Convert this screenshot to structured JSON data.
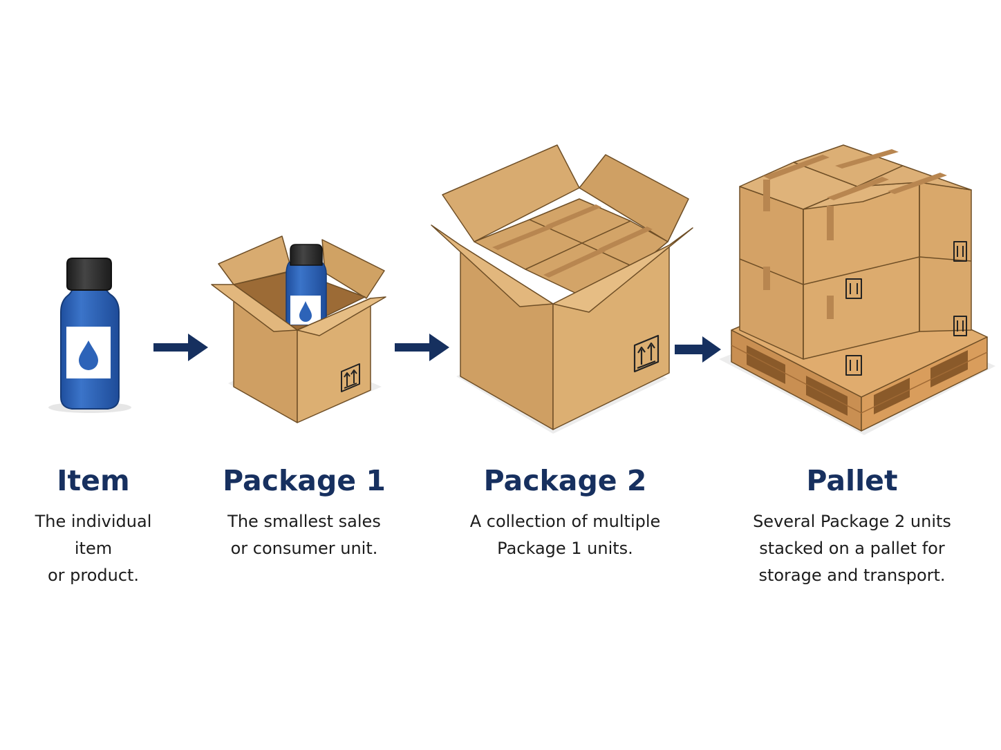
{
  "colors": {
    "title": "#17305f",
    "arrow": "#16305f",
    "bottle": "#2d63b8",
    "cap": "#2b2b2b",
    "cardboard": "#d5a86c",
    "cardboard_dark": "#b88650",
    "pallet_wood": "#d9a566"
  },
  "icons": [
    "bottle-icon",
    "water-drop-icon",
    "open-box-icon",
    "this-way-up-icon",
    "pallet-icon",
    "right-arrow-icon"
  ],
  "stages": [
    {
      "title": "Item",
      "description": "The individual item\nor product."
    },
    {
      "title": "Package 1",
      "description": "The smallest sales\nor consumer unit."
    },
    {
      "title": "Package 2",
      "description": "A collection of multiple\nPackage 1 units."
    },
    {
      "title": "Pallet",
      "description": "Several Package 2 units\nstacked on a pallet for\nstorage and transport."
    }
  ]
}
